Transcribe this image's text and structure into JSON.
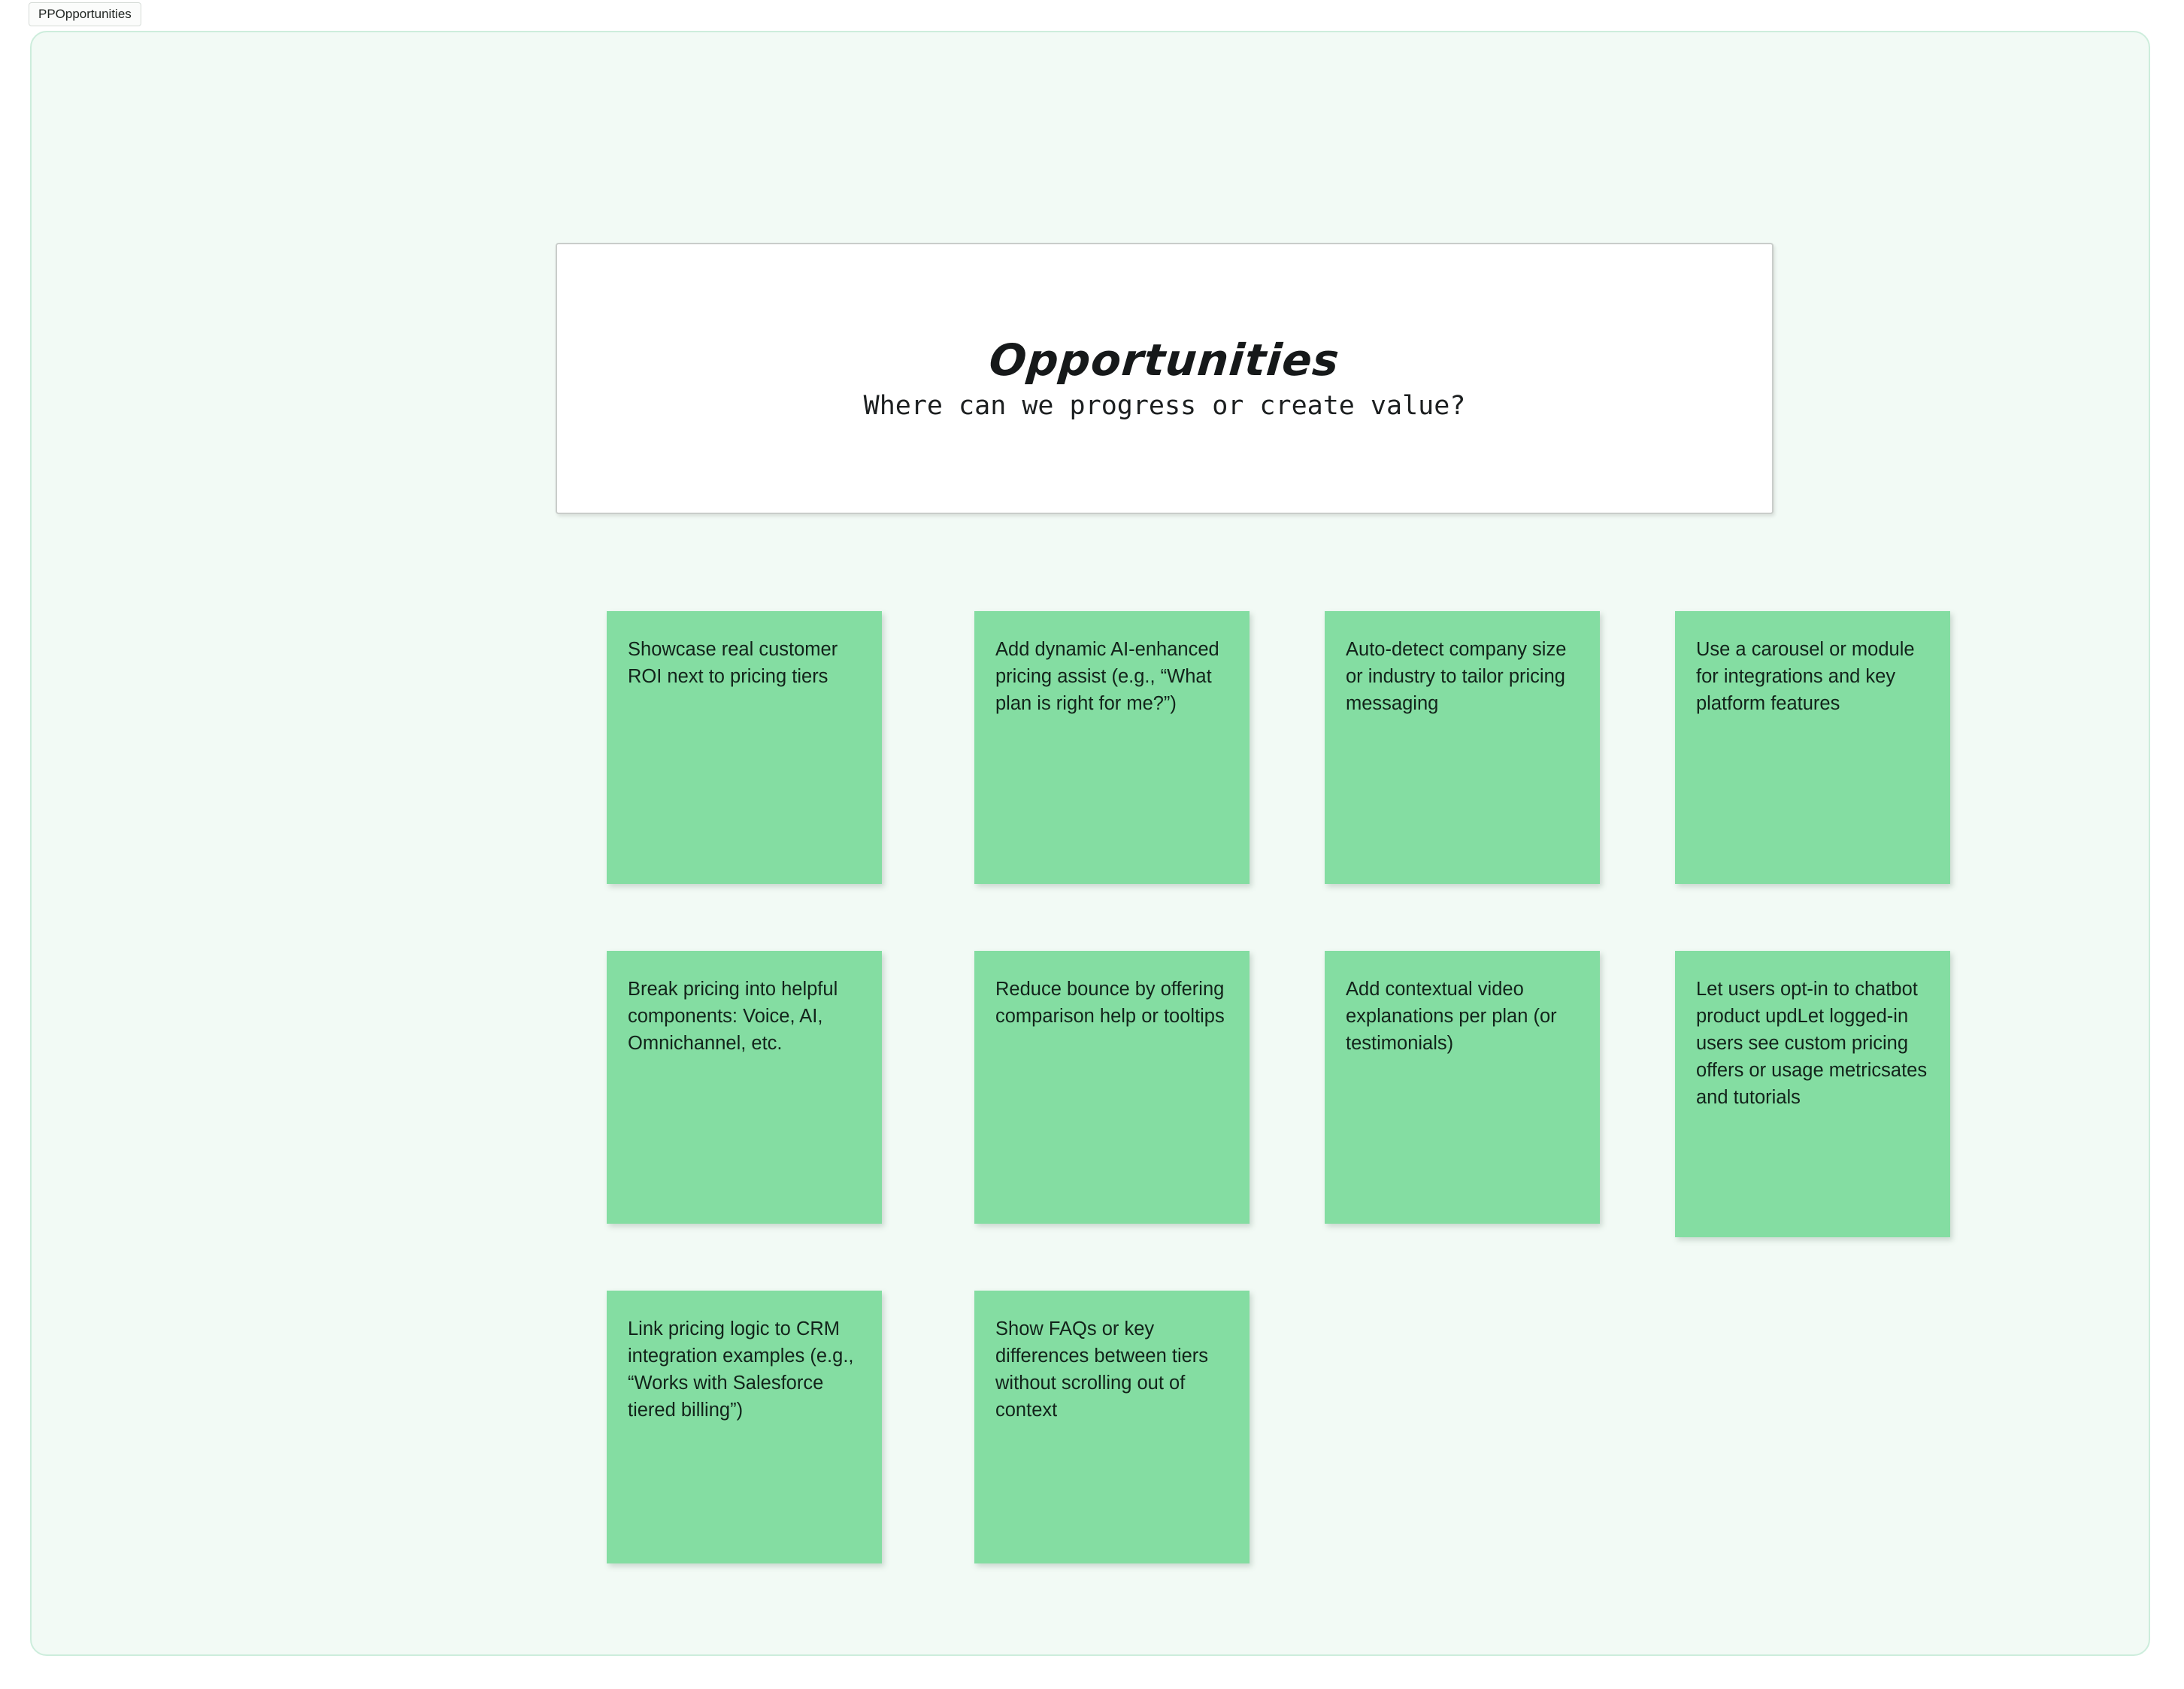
{
  "tab": {
    "label": "PPOpportunities"
  },
  "board": {
    "background_color": "#f2faf5",
    "border_color": "#cdeddc"
  },
  "title_card": {
    "heading": "Opportunities",
    "subheading": "Where can we progress or create value?",
    "background_color": "#ffffff",
    "border_color": "#c9cdca"
  },
  "notes": {
    "color": "#84dda2",
    "text_color": "#12231a",
    "items": [
      {
        "id": "note-1",
        "text": "Showcase real customer ROI next to pricing tiers"
      },
      {
        "id": "note-2",
        "text": "Add dynamic AI-enhanced pricing assist (e.g., “What plan is right for me?”)"
      },
      {
        "id": "note-3",
        "text": "Auto-detect company size or industry to tailor pricing messaging"
      },
      {
        "id": "note-4",
        "text": "Use a carousel or module for integrations and key platform features"
      },
      {
        "id": "note-5",
        "text": "Break pricing into helpful components: Voice, AI, Omnichannel, etc."
      },
      {
        "id": "note-6",
        "text": "Reduce bounce by offering comparison help or tooltips"
      },
      {
        "id": "note-7",
        "text": "Add contextual video explanations per plan (or testimonials)"
      },
      {
        "id": "note-8",
        "text": "Let users opt-in to chatbot product updLet logged-in users see custom pricing offers or usage metricsates and tutorials"
      },
      {
        "id": "note-9",
        "text": "Link pricing logic to CRM integration examples (e.g., “Works with Salesforce tiered billing”)"
      },
      {
        "id": "note-10",
        "text": "Show FAQs or key differences between tiers without scrolling out of context"
      }
    ]
  }
}
